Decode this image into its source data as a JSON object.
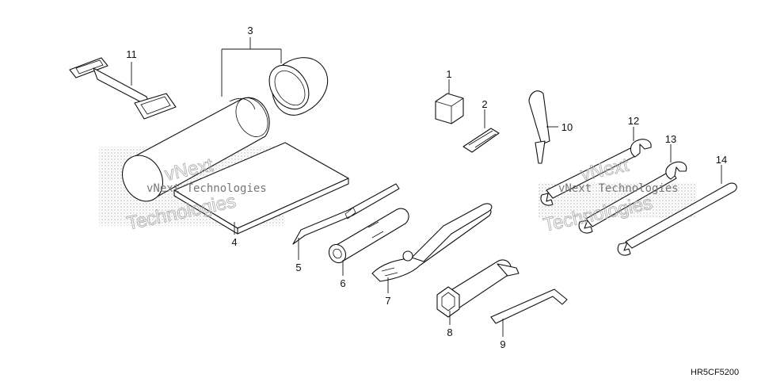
{
  "diagram": {
    "code": "HR5CF5200",
    "watermark": "vNext Technologies",
    "watermark_line1": "vNext",
    "watermark_line2": "Technologies",
    "parts": [
      {
        "num": "1",
        "icon": "fuse-icon"
      },
      {
        "num": "2",
        "icon": "fuse-puller-icon"
      },
      {
        "num": "3",
        "icon": "tool-case-icon"
      },
      {
        "num": "4",
        "icon": "owners-manual-icon"
      },
      {
        "num": "5",
        "icon": "screwdriver-icon"
      },
      {
        "num": "6",
        "icon": "socket-wrench-icon"
      },
      {
        "num": "7",
        "icon": "pliers-icon"
      },
      {
        "num": "8",
        "icon": "spark-plug-wrench-icon"
      },
      {
        "num": "9",
        "icon": "hex-key-icon"
      },
      {
        "num": "10",
        "icon": "screwdriver-grip-icon"
      },
      {
        "num": "11",
        "icon": "strap-icon"
      },
      {
        "num": "12",
        "icon": "open-end-wrench-icon"
      },
      {
        "num": "13",
        "icon": "open-end-wrench-icon"
      },
      {
        "num": "14",
        "icon": "open-end-wrench-icon"
      }
    ]
  }
}
